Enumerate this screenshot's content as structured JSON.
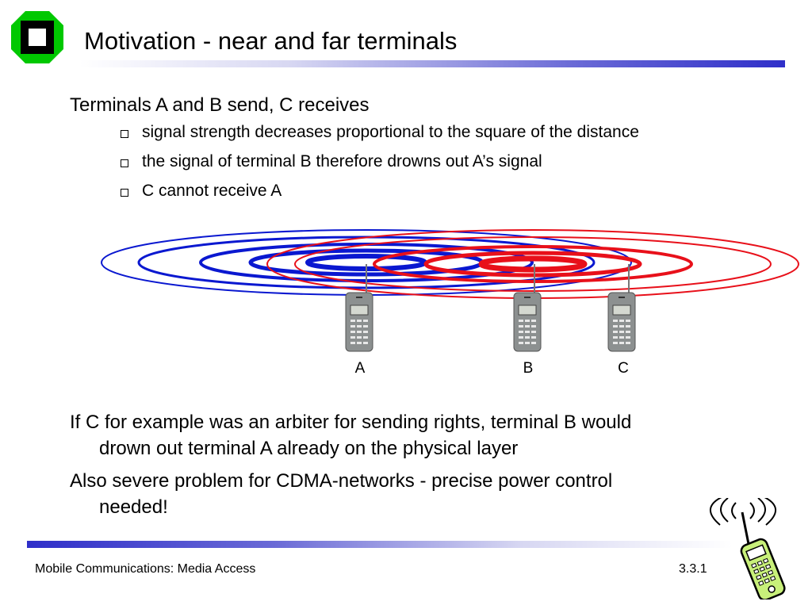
{
  "slide": {
    "title": "Motivation - near and far terminals",
    "heading": "Terminals A and B send, C receives",
    "bullets": [
      "signal strength decreases proportional to the square of the distance",
      "the signal of terminal B therefore drowns out A’s signal",
      "C cannot receive A"
    ],
    "diagram": {
      "terminal_labels": [
        "A",
        "B",
        "C"
      ],
      "colors": {
        "terminal_a_rings": "#0a18d0",
        "terminal_b_rings": "#e8101a"
      }
    },
    "paragraphs": [
      {
        "line1": "If C for example was an arbiter for sending rights, terminal B would",
        "line2": "drown out terminal A already on the physical layer"
      },
      {
        "line1": "Also severe problem for CDMA-networks - precise power control",
        "line2": "needed!"
      }
    ]
  },
  "footer": {
    "left": "Mobile Communications: Media Access",
    "page": "3.3.1"
  },
  "colors": {
    "logo_green": "#00c800",
    "rule_blue": "#2f2fc9"
  }
}
